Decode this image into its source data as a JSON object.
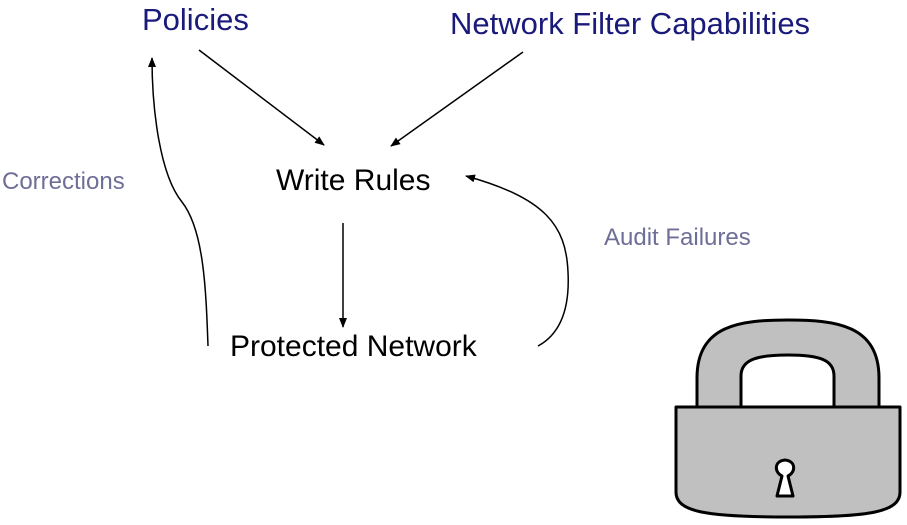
{
  "nodes": {
    "policies": "Policies",
    "network_filter_capabilities": "Network Filter Capabilities",
    "write_rules": "Write Rules",
    "protected_network": "Protected Network"
  },
  "feedback": {
    "corrections": "Corrections",
    "audit_failures": "Audit Failures"
  },
  "colors": {
    "primary_node": "#1a1a7a",
    "action_node": "#000000",
    "feedback_label": "#6e6e98",
    "arrow": "#000000",
    "lock_fill": "#c0c0c0",
    "lock_stroke": "#000000"
  },
  "icons": {
    "lock": "padlock-icon"
  }
}
